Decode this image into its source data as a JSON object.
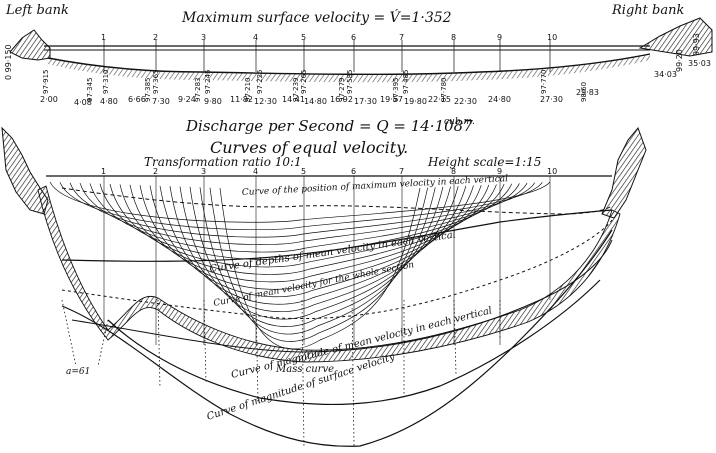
{
  "labels": {
    "left_bank": "Left bank",
    "right_bank": "Right bank",
    "max_velocity": "Maximum surface velocity = V́=1·352",
    "discharge": "Discharge per Second = Q = 14·1087",
    "discharge_unit": "cub.m.",
    "title": "Curves of equal velocity.",
    "transformation": "Transformation ratio 10:1",
    "height_scale": "Height scale=1:15",
    "left_elev": "0 99·150",
    "right_elev_a": "99·20",
    "right_elev_b": "99·93",
    "right_elev_c": "35·03",
    "right_elev_d": "34·03",
    "point_a": "a=61"
  },
  "verticals": [
    "1",
    "2",
    "3",
    "4",
    "5",
    "6",
    "7",
    "8",
    "9",
    "10"
  ],
  "depth_values": [
    "97·915",
    "97·345",
    "97·310",
    "97·385",
    "97·365",
    "97·283",
    "97·245",
    "97·210",
    "97·225",
    "97·239",
    "97·265",
    "97·279",
    "97·585",
    "97·395",
    "97·485",
    "97·780",
    "97·770",
    "98·60"
  ],
  "distances_upper": [
    "2·00",
    "6·66",
    "9·24",
    "11·82",
    "14·41",
    "16·92",
    "19·57",
    "22·15",
    "24·80",
    "27·30",
    "29·83"
  ],
  "distances_lower": [
    "4·08",
    "4·80",
    "7·30",
    "9·80",
    "12·30",
    "14·80",
    "17·30",
    "19·80",
    "22·30"
  ],
  "curves": {
    "position_max_velocity": "Curve of the position of maximum velocity in each vertical",
    "depths_mean_velocity": "Curve of depths of mean velocity in each vertical",
    "mean_velocity_section": "Curve of mean velocity for the whole section",
    "mass_curve": "Mass curve",
    "magnitude_mean_velocity": "Curve of magnitude of mean velocity in each vertical",
    "magnitude_surface_velocity": "Curve of magnitude of surface velocity"
  },
  "colors": {
    "ink": "#111111",
    "paper": "#ffffff"
  }
}
